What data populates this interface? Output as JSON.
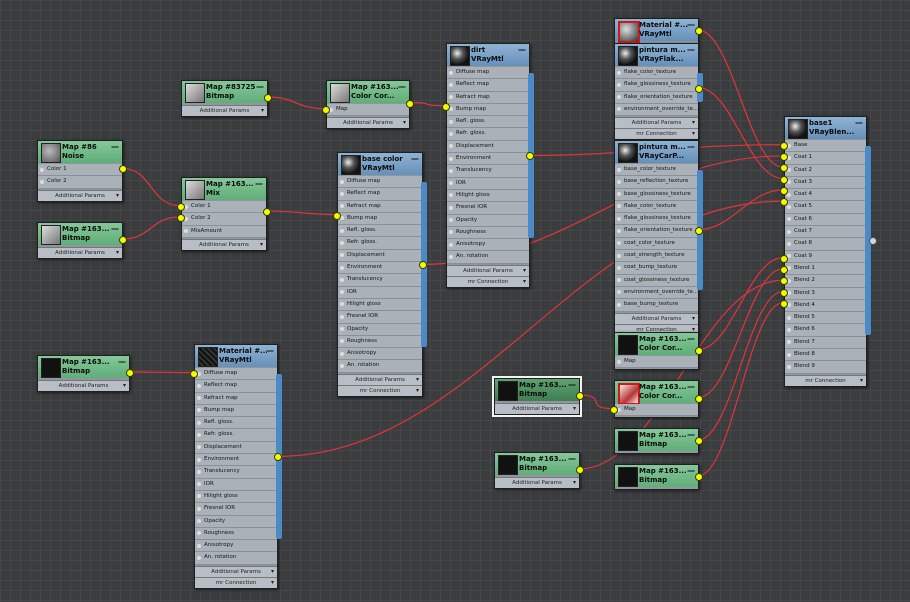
{
  "canvas": {
    "background": "#3b3c3e",
    "wire_color": "#e2343b",
    "socket_color": "#f0ff00"
  },
  "nodes": [
    {
      "id": "n_map83725",
      "title": [
        "Map #83725",
        "Bitmap"
      ],
      "header": "green",
      "thumb": "gray",
      "rows": [],
      "footer": [
        "Additional Params"
      ]
    },
    {
      "id": "n_noise",
      "title": [
        "Map #86",
        "Noise"
      ],
      "header": "green",
      "thumb": "noise",
      "rows": [
        "Color 1",
        "Color 2"
      ],
      "footer": [
        "Additional Params"
      ]
    },
    {
      "id": "n_bitmap163a",
      "title": [
        "Map #163...",
        "Bitmap"
      ],
      "header": "green",
      "thumb": "gray",
      "rows": [],
      "footer": [
        "Additional Params"
      ]
    },
    {
      "id": "n_cc1",
      "title": [
        "Map #163...",
        "Color Cor..."
      ],
      "header": "green",
      "thumb": "gray",
      "rows": [
        "Map"
      ],
      "footer": [
        "Additional Params"
      ]
    },
    {
      "id": "n_mix",
      "title": [
        "Map #163...",
        "Mix"
      ],
      "header": "green",
      "thumb": "gray",
      "rows": [
        "Color 1",
        "Color 2",
        "MixAmount"
      ],
      "footer": [
        "Additional Params"
      ]
    },
    {
      "id": "n_dirt",
      "title": [
        "dirt",
        "VRayMtl"
      ],
      "header": "blue",
      "thumb": "sphere",
      "rows": [
        "Diffuse map",
        "Reflect map",
        "Refract map",
        "Bump map",
        "Refl. gloss.",
        "Refr. gloss.",
        "Displacement",
        "Environment",
        "Translucency",
        "IOR",
        "Hilight gloss",
        "Fresnel IOR",
        "Opacity",
        "Roughness",
        "Anisotropy",
        "An. rotation"
      ],
      "footer": [
        "Additional Params",
        "mr Connection"
      ]
    },
    {
      "id": "n_basecolor",
      "title": [
        "base color",
        "VRayMtl"
      ],
      "header": "blue",
      "thumb": "sphere",
      "rows": [
        "Diffuse map",
        "Reflect map",
        "Refract map",
        "Bump map",
        "Refl. gloss.",
        "Refr. gloss.",
        "Displacement",
        "Environment",
        "Translucency",
        "IOR",
        "Hilight gloss",
        "Fresnel IOR",
        "Opacity",
        "Roughness",
        "Anisotropy",
        "An. rotation"
      ],
      "footer": [
        "Additional Params",
        "mr Connection"
      ]
    },
    {
      "id": "n_bitmap163b",
      "title": [
        "Map #163...",
        "Bitmap"
      ],
      "header": "green",
      "thumb": "dark",
      "rows": [],
      "footer": [
        "Additional Params"
      ]
    },
    {
      "id": "n_material2",
      "title": [
        "Material #...",
        "VRayMtl"
      ],
      "header": "blue",
      "thumb": "dirt",
      "rows": [
        "Diffuse map",
        "Reflect map",
        "Refract map",
        "Bump map",
        "Refl. gloss.",
        "Refr. gloss.",
        "Displacement",
        "Environment",
        "Translucency",
        "IOR",
        "Hilight gloss",
        "Fresnel IOR",
        "Opacity",
        "Roughness",
        "Anisotropy",
        "An. rotation"
      ],
      "footer": [
        "Additional Params",
        "mr Connection"
      ]
    },
    {
      "id": "n_material1",
      "title": [
        "Material #...",
        "VRayMtl"
      ],
      "header": "blue",
      "thumb": "redbox",
      "rows": [],
      "footer": []
    },
    {
      "id": "n_pintura1",
      "title": [
        "pintura m...",
        "VRayFlak..."
      ],
      "header": "blue",
      "thumb": "sphere",
      "rows": [
        "flake_color_texture",
        "flake_glossiness_texture",
        "flake_orientation_texture",
        "environment_override_te..."
      ],
      "footer": [
        "Additional Params",
        "mr Connection"
      ]
    },
    {
      "id": "n_pintura2",
      "title": [
        "pintura m...",
        "VRayCarP..."
      ],
      "header": "blue",
      "thumb": "sphere",
      "rows": [
        "base_color_texture",
        "base_reflection_texture",
        "base_glossiness_texture",
        "flake_color_texture",
        "flake_glossiness_texture",
        "flake_orientation_texture",
        "coat_color_texture",
        "coat_strength_texture",
        "coat_bump_texture",
        "coat_glossiness_texture",
        "environment_override_te...",
        "base_bump_texture"
      ],
      "footer": [
        "Additional Params",
        "mr Connection"
      ]
    },
    {
      "id": "n_base1",
      "title": [
        "base1",
        "VRayBlen..."
      ],
      "header": "blue",
      "thumb": "sphere",
      "rows": [
        "Base",
        "Coat 1",
        "Coat 2",
        "Coat 3",
        "Coat 4",
        "Coat 5",
        "Coat 6",
        "Coat 7",
        "Coat 8",
        "Coat 9",
        "Blend 1",
        "Blend 2",
        "Blend 3",
        "Blend 4",
        "Blend 5",
        "Blend 6",
        "Blend 7",
        "Blend 8",
        "Blend 9"
      ],
      "footer": [
        "mr Connection"
      ]
    },
    {
      "id": "n_cc2",
      "title": [
        "Map #163...",
        "Color Cor..."
      ],
      "header": "green",
      "thumb": "dark",
      "rows": [
        "Map"
      ],
      "footer": []
    },
    {
      "id": "n_bitmap163c",
      "title": [
        "Map #163...",
        "Bitmap"
      ],
      "header": "green",
      "thumb": "dark",
      "rows": [],
      "footer": [
        "Additional Params"
      ],
      "dark": true,
      "selected": true
    },
    {
      "id": "n_cc3",
      "title": [
        "Map #163...",
        "Color Cor..."
      ],
      "header": "green",
      "thumb": "redmap",
      "rows": [
        "Map"
      ],
      "footer": []
    },
    {
      "id": "n_bitmap163d",
      "title": [
        "Map #163...",
        "Bitmap"
      ],
      "header": "green",
      "thumb": "dark",
      "rows": [],
      "footer": [
        "Additional Params"
      ]
    },
    {
      "id": "n_bitmap163e",
      "title": [
        "Map #163...",
        "Bitmap"
      ],
      "header": "green",
      "thumb": "dark",
      "rows": [],
      "footer": []
    },
    {
      "id": "n_bitmap163f",
      "title": [
        "Map #163...",
        "Bitmap"
      ],
      "header": "green",
      "thumb": "dark",
      "rows": [],
      "footer": []
    }
  ],
  "wires": [
    {
      "from": "n_map83725",
      "to": "n_cc1.Map"
    },
    {
      "from": "n_cc1",
      "to": "n_dirt.Bump map"
    },
    {
      "from": "n_noise",
      "to": "n_mix.Color 1"
    },
    {
      "from": "n_bitmap163a",
      "to": "n_mix.Color 2"
    },
    {
      "from": "n_mix",
      "to": "n_basecolor.Bump map"
    },
    {
      "from": "n_bitmap163b",
      "to": "n_material2.Diffuse map"
    },
    {
      "from": "n_dirt",
      "to": "n_base1.Base"
    },
    {
      "from": "n_basecolor",
      "to": "n_base1.Coat 1"
    },
    {
      "from": "n_material2",
      "to": "n_base1.Coat 5"
    },
    {
      "from": "n_material1",
      "to": "n_base1.Coat 2"
    },
    {
      "from": "n_pintura1",
      "to": "n_base1.Coat 3"
    },
    {
      "from": "n_pintura2",
      "to": "n_base1.Coat 4"
    },
    {
      "from": "n_cc2",
      "to": "n_base1.Blend 1"
    },
    {
      "from": "n_bitmap163c",
      "to": "n_cc3.Map"
    },
    {
      "from": "n_cc3",
      "to": "n_base1.Blend 2"
    },
    {
      "from": "n_bitmap163d",
      "to": "n_base1.Blend 3"
    },
    {
      "from": "n_bitmap163e",
      "to": "n_base1.Blend 4"
    },
    {
      "from": "n_bitmap163f",
      "to": "n_base1.Blend 5"
    }
  ]
}
